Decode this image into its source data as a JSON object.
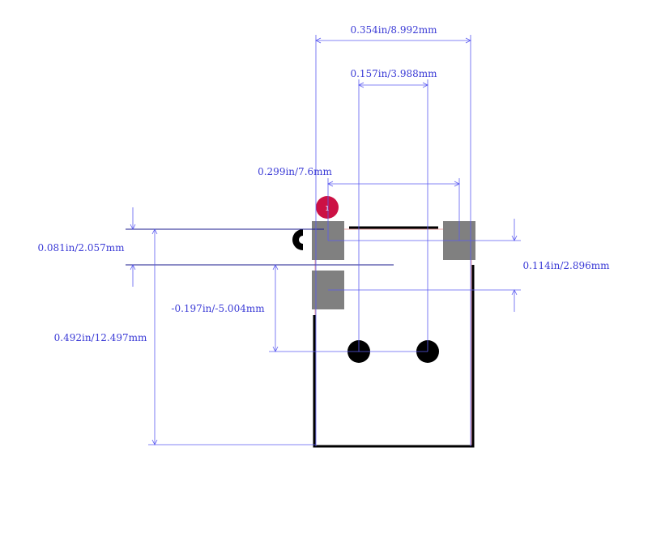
{
  "colors": {
    "dimension": "#5b5bf0",
    "dimension_text": "#3b3bd6",
    "pad": "#808080",
    "outline": "#000000",
    "pin1_marker": "#cc1144",
    "courtyard": "#e8a0a0"
  },
  "dimensions": {
    "overall_width": "0.354in/8.992mm",
    "hole_pitch": "0.157in/3.988mm",
    "pad_span": "0.299in/7.6mm",
    "pad_top_offset": "0.081in/2.057mm",
    "pad_pitch": "0.114in/2.896mm",
    "hole_offset": "-0.197in/-5.004mm",
    "overall_height": "0.492in/12.497mm"
  },
  "pin1_marker": {
    "label": "1"
  }
}
